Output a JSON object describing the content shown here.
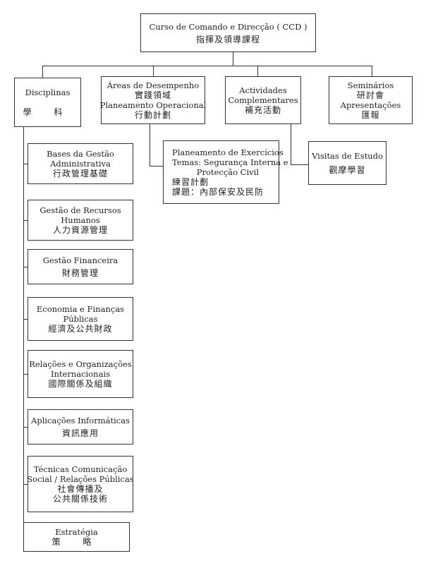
{
  "root": {
    "line1": "Curso de Comando e Direcção ( CCD )",
    "line2": "指揮及領導課程"
  },
  "branches": {
    "disciplinas": {
      "line1": "Disciplinas",
      "line2": "學 科"
    },
    "areas": {
      "line1": "Áreas de Desempenho",
      "line2": "實踐領域",
      "line3": "Planeamento Operacional",
      "line4": "行動計劃"
    },
    "actividades": {
      "line1": "Actividades",
      "line2": "Complementares",
      "line3": "補充活動"
    },
    "seminarios": {
      "line1": "Seminários",
      "line2": "研討會",
      "line3": "Apresentações",
      "line4": "匯報"
    }
  },
  "exercicios": {
    "line1": "Planeamento de Exercícios",
    "line2": "Temas: Segurança Interna e",
    "line3": "Protecção Civil",
    "line4": "練習計劃",
    "line5": "課題：內部保安及民防"
  },
  "visitas": {
    "line1": "Visitas de Estudo",
    "line2": "觀摩學習"
  },
  "subjects": {
    "s1": {
      "line1": "Bases da Gestão",
      "line2": "Administrativa",
      "line3": "行政管理基礎"
    },
    "s2": {
      "line1": "Gestão de Recursos",
      "line2": "Humanos",
      "line3": "人力資源管理"
    },
    "s3": {
      "line1": "Gestão Financeira",
      "line2": "財務管理"
    },
    "s4": {
      "line1": "Economia e Finanças",
      "line2": "Públicas",
      "line3": "經濟及公共財政"
    },
    "s5": {
      "line1": "Relações e Organizações",
      "line2": "Internacionais",
      "line3": "國際關係及組織"
    },
    "s6": {
      "line1": "Aplicações Informáticas",
      "line2": "資訊應用"
    },
    "s7": {
      "line1": "Técnicas Comunicação",
      "line2": "Social / Relações Públicas",
      "line3": "社會傳播及",
      "line4": "公共關係技術"
    },
    "s8": {
      "line1": "Estratégia",
      "line2": "策 略"
    }
  }
}
